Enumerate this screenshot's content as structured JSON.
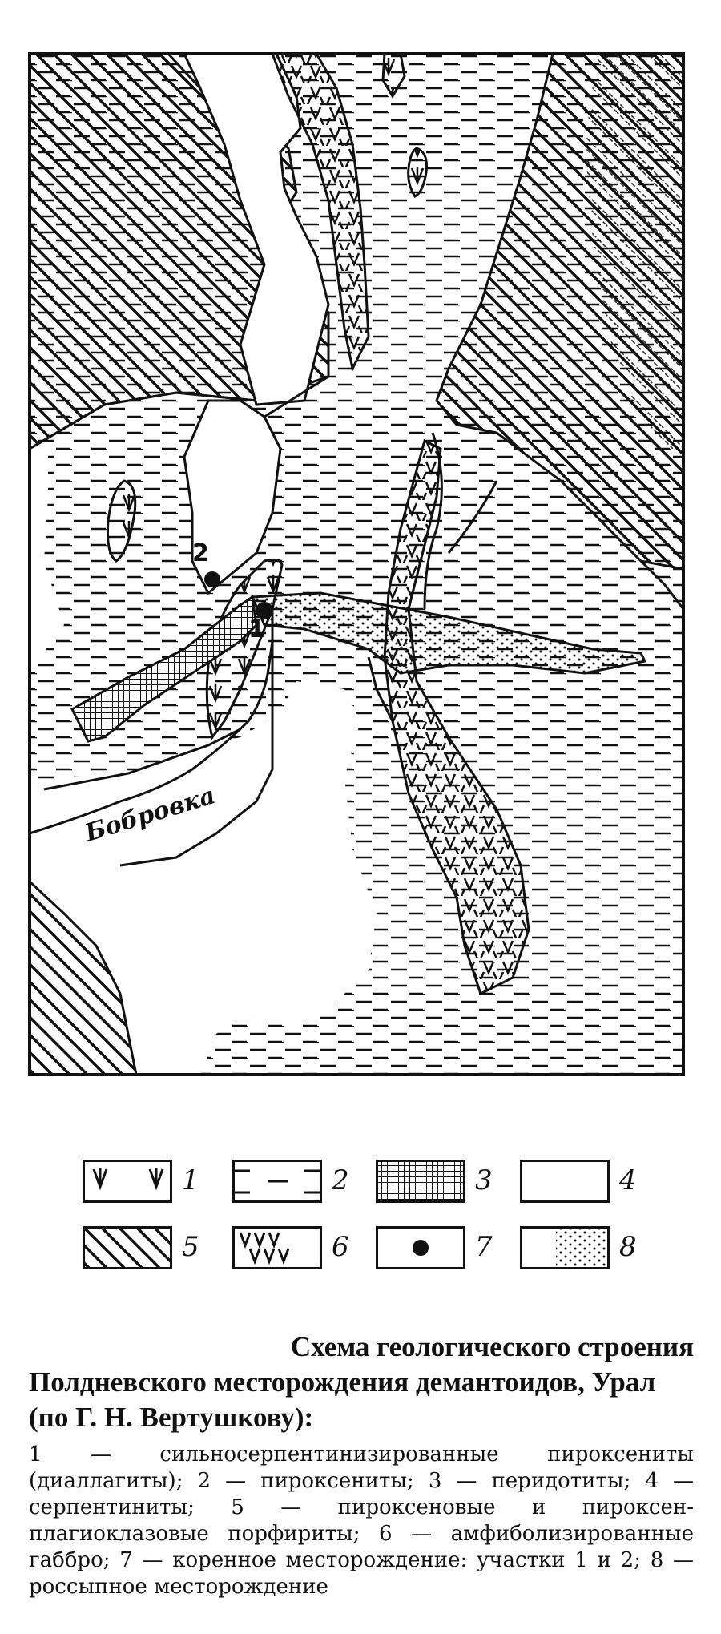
{
  "map": {
    "labels": {
      "river": "Бобровка",
      "site1": "1",
      "site2": "2"
    }
  },
  "legend": {
    "items": [
      {
        "num": "1",
        "pattern": "v-sparse-icon"
      },
      {
        "num": "2",
        "pattern": "dash-icon"
      },
      {
        "num": "3",
        "pattern": "crosshatch-icon"
      },
      {
        "num": "4",
        "pattern": "blank-icon"
      },
      {
        "num": "5",
        "pattern": "diagonal-hatch-icon"
      },
      {
        "num": "6",
        "pattern": "v-dense-icon"
      },
      {
        "num": "7",
        "pattern": "dot-icon"
      },
      {
        "num": "8",
        "pattern": "stipple-icon"
      }
    ]
  },
  "caption": {
    "title_line1": "Схема геологического строения",
    "title_line2": "Полдневского месторождения демантоидов, Урал (по Г. Н. Вертушкову):",
    "text": "1 — сильносерпентинизированные пироксениты (диаллагиты); 2 — пироксениты; 3 — перидотиты; 4 — серпентиниты; 5 — пироксеновые и пироксен-плагиоклазовые порфириты; 6 — амфиболизированные габбро; 7 — коренное месторождение: участки 1 и 2; 8 — россыпное месторождение"
  },
  "colors": {
    "ink": "#111111",
    "paper": "#ffffff"
  }
}
